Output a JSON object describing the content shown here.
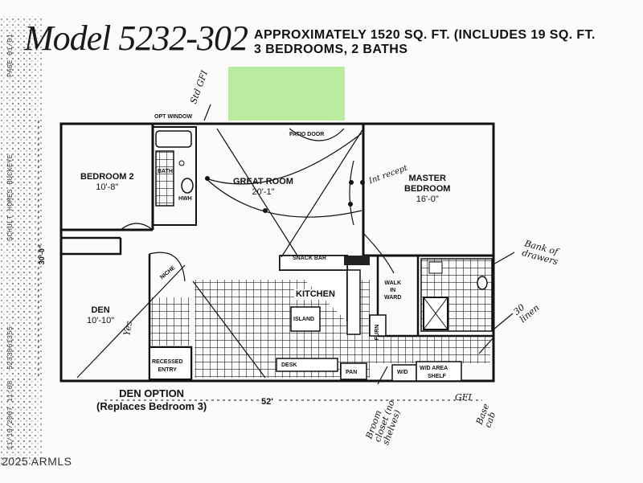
{
  "header": {
    "model": "Model 5232-302",
    "line1": "APPROXIMATELY 1520 SQ. FT. (INCLUDES 19 SQ. FT.",
    "line2": "3 BEDROOMS, 2 BATHS"
  },
  "fax": {
    "page": "PAGE 01/01",
    "sender": "SCHULT HOMES BUCKEYE",
    "phone": "5233861355",
    "datetime": "11/19/2007 11:08"
  },
  "rooms": {
    "bedroom2": "BEDROOM 2",
    "bedroom2_dim": "10'-8\"",
    "great_room": "GREAT ROOM",
    "great_room_dim": "20'-1\"",
    "master": "MASTER",
    "master2": "BEDROOM",
    "master_dim": "16'-0\"",
    "den": "DEN",
    "den_dim": "10'-10\"",
    "kitchen": "KITCHEN",
    "island": "ISLAND",
    "walk_in_1": "WALK",
    "walk_in_2": "IN",
    "walk_in_3": "WARD",
    "recessed_1": "RECESSED",
    "recessed_2": "ENTRY",
    "opt_window": "OPT WINDOW",
    "patio_door": "PATIO DOOR",
    "snack_bar": "SNACK BAR",
    "bath": "BATH",
    "niche": "NICHE",
    "desk": "DESK",
    "pan": "PAN",
    "wd": "W/D",
    "wd_area": "W/D AREA",
    "shelf": "SHELF",
    "furn": "FURN",
    "hwh": "HWH",
    "dims_30": "30'-0\"",
    "dims_52": "52'"
  },
  "den_option": {
    "line1": "DEN OPTION",
    "line2": "(Replaces Bedroom 3)"
  },
  "annotations": {
    "std_gfi": "Std GFI",
    "int_recept": "Int recept",
    "bank_drawers": "Bank of drawers",
    "linen": "30 linen",
    "yes": "Yes",
    "broom_closet": "Broom closet (no shelves)",
    "gfi": "GFI",
    "base_cab": "Base cab"
  },
  "copyright": "2025 ARMLS"
}
